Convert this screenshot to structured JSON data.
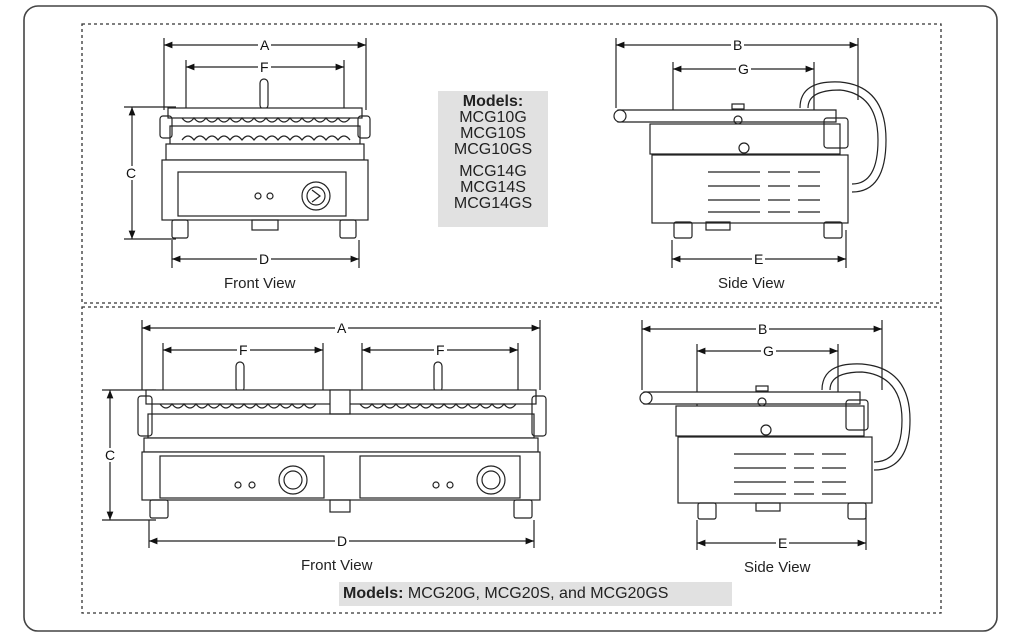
{
  "top_panel": {
    "front_view_caption": "Front View",
    "side_view_caption": "Side View",
    "dims": {
      "A": "A",
      "F": "F",
      "C": "C",
      "D": "D",
      "B": "B",
      "G": "G",
      "E": "E"
    },
    "models_heading": "Models:",
    "models_group1": [
      "MCG10G",
      "MCG10S",
      "MCG10GS"
    ],
    "models_group2": [
      "MCG14G",
      "MCG14S",
      "MCG14GS"
    ]
  },
  "bottom_panel": {
    "front_view_caption": "Front View",
    "side_view_caption": "Side View",
    "dims": {
      "A": "A",
      "F1": "F",
      "F2": "F",
      "C": "C",
      "D": "D",
      "B": "B",
      "G": "G",
      "E": "E"
    },
    "models_heading": "Models:",
    "models_text": "MCG20G, MCG20S, and MCG20GS"
  }
}
